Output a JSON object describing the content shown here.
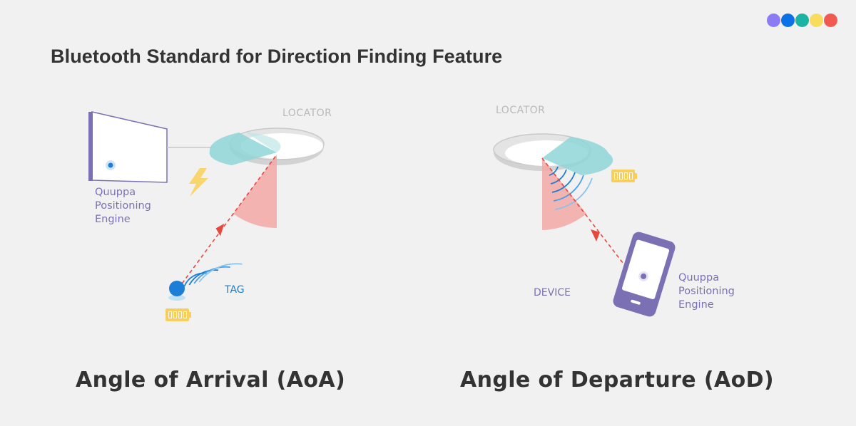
{
  "title": "Bluetooth Standard for Direction Finding Feature",
  "brand_dots": [
    "#8b7bf5",
    "#0c71e6",
    "#1ab3a4",
    "#f8dd5d",
    "#f05a50"
  ],
  "colors": {
    "engine_purple": "#7b70b3",
    "tag_blue": "#1c7ed6",
    "signal_path_red": "#e8473e",
    "beam_teal": "#8fd6d8",
    "angle_pink": "#f3a8a6",
    "battery_yellow": "#f8cf5c"
  },
  "aoa": {
    "caption": "Angle of Arrival (AoA)",
    "locator_label": "LOCATOR",
    "engine_label_lines": [
      "Quuppa",
      "Positioning",
      "Engine"
    ],
    "tag_label": "TAG"
  },
  "aod": {
    "caption": "Angle of Departure (AoD)",
    "locator_label": "LOCATOR",
    "engine_label_lines": [
      "Quuppa",
      "Positioning",
      "Engine"
    ],
    "device_label": "DEVICE"
  }
}
